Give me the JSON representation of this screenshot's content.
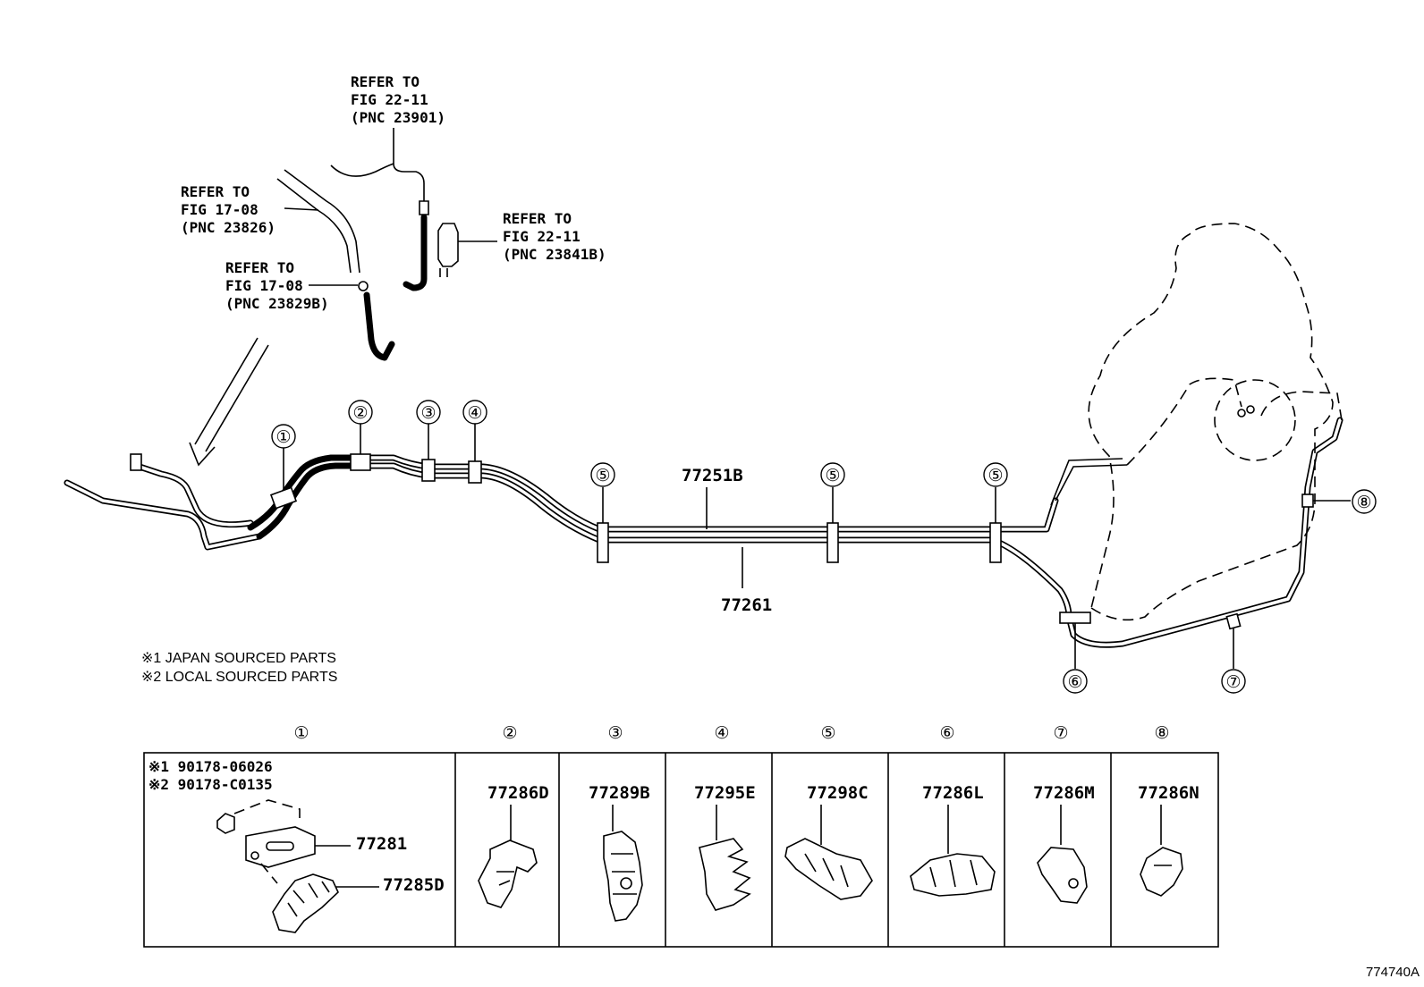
{
  "refs": {
    "r1": [
      "REFER TO",
      "FIG 22-11",
      "(PNC 23901)"
    ],
    "r2": [
      "REFER TO",
      "FIG 17-08",
      "(PNC 23826)"
    ],
    "r3": [
      "REFER TO",
      "FIG 22-11",
      "(PNC 23841B)"
    ],
    "r4": [
      "REFER TO",
      "FIG 17-08",
      "(PNC 23829B)"
    ]
  },
  "callouts": [
    "①",
    "②",
    "③",
    "④",
    "⑤",
    "⑤",
    "⑤",
    "⑥",
    "⑦",
    "⑧"
  ],
  "pipes": {
    "upper": "77251B",
    "lower": "77261"
  },
  "notes": [
    "※1  JAPAN SOURCED PARTS",
    "※2  LOCAL SOURCED PARTS"
  ],
  "table": {
    "headers": [
      "①",
      "②",
      "③",
      "④",
      "⑤",
      "⑥",
      "⑦",
      "⑧"
    ],
    "cell1": {
      "refs": [
        "※1 90178-06026",
        "※2 90178-C0135"
      ],
      "parts": [
        "77281",
        "77285D"
      ]
    },
    "parts": [
      "77286D",
      "77289B",
      "77295E",
      "77298C",
      "77286L",
      "77286M",
      "77286N"
    ]
  },
  "illustration_id": "774740A"
}
